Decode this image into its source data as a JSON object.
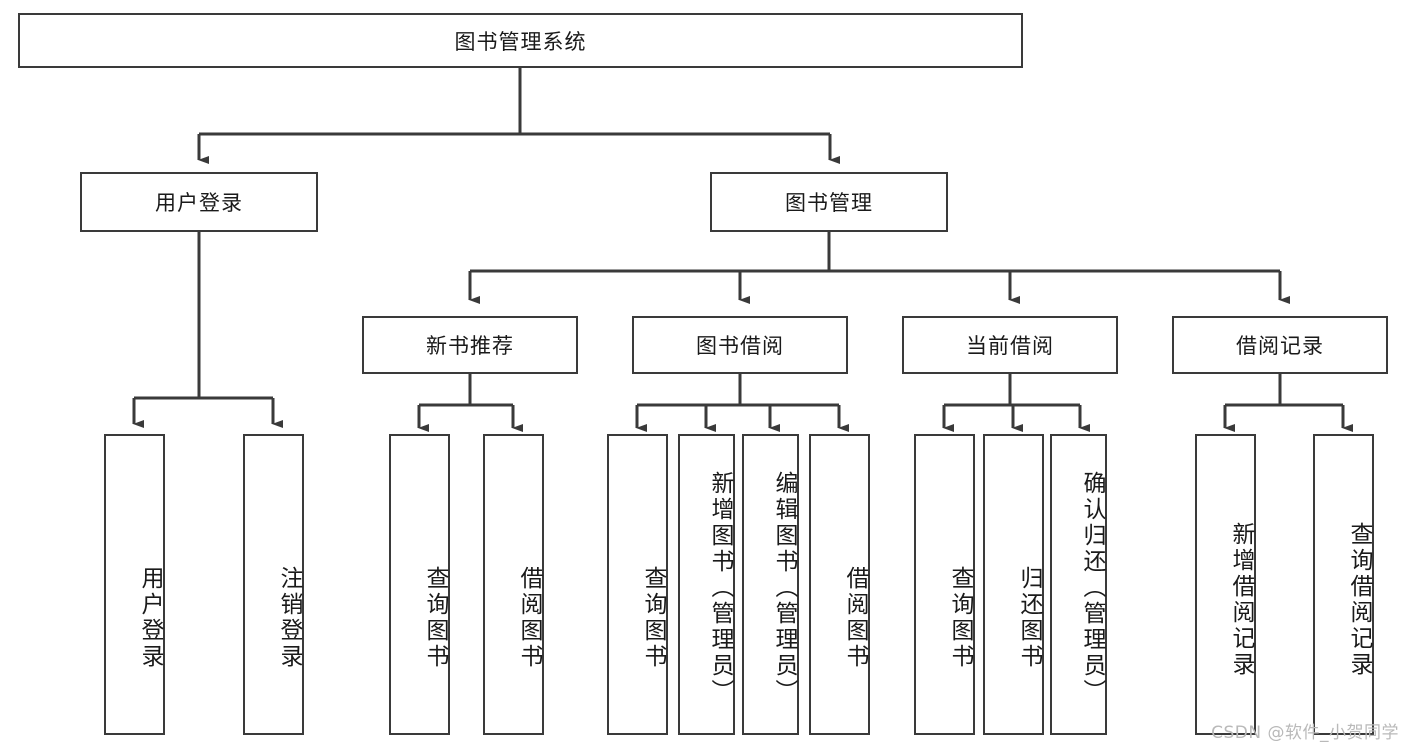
{
  "diagram": {
    "type": "tree",
    "title": "图书管理系统",
    "watermark": "CSDN @软件_小贺同学",
    "colors": {
      "border": "#3a3a3a",
      "background": "#ffffff",
      "text": "#1a1a1a",
      "watermark": "#b9b9b9"
    },
    "root": {
      "label": "图书管理系统"
    },
    "level2": [
      {
        "label": "用户登录"
      },
      {
        "label": "图书管理"
      }
    ],
    "level3": [
      {
        "label": "新书推荐"
      },
      {
        "label": "图书借阅"
      },
      {
        "label": "当前借阅"
      },
      {
        "label": "借阅记录"
      }
    ],
    "leaves": {
      "user_login": [
        {
          "label": "用户登录"
        },
        {
          "label": "注销登录"
        }
      ],
      "new_book_recommend": [
        {
          "label": "查询图书"
        },
        {
          "label": "借阅图书"
        }
      ],
      "book_borrow": [
        {
          "label": "查询图书"
        },
        {
          "label": "新增图书（管理员）"
        },
        {
          "label": "编辑图书（管理员）"
        },
        {
          "label": "借阅图书"
        }
      ],
      "current_borrow": [
        {
          "label": "查询图书"
        },
        {
          "label": "归还图书"
        },
        {
          "label": "确认归还（管理员）"
        }
      ],
      "borrow_record": [
        {
          "label": "新增借阅记录"
        },
        {
          "label": "查询借阅记录"
        }
      ]
    }
  }
}
